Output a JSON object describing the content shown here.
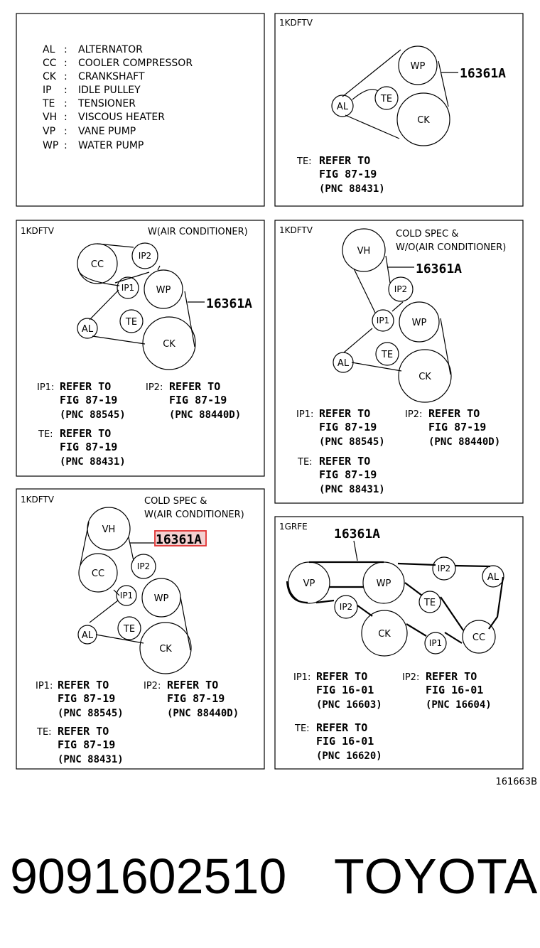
{
  "legend": {
    "items": [
      {
        "code": "AL",
        "desc": "ALTERNATOR"
      },
      {
        "code": "CC",
        "desc": "COOLER COMPRESSOR"
      },
      {
        "code": "CK",
        "desc": "CRANKSHAFT"
      },
      {
        "code": "IP",
        "desc": "IDLE PULLEY"
      },
      {
        "code": "TE",
        "desc": "TENSIONER"
      },
      {
        "code": "VH",
        "desc": "VISCOUS HEATER"
      },
      {
        "code": "VP",
        "desc": "VANE PUMP"
      },
      {
        "code": "WP",
        "desc": "WATER PUMP"
      }
    ]
  },
  "colon": ":",
  "part_label": "16361A",
  "pulleys": {
    "WP": "WP",
    "CK": "CK",
    "AL": "AL",
    "TE": "TE",
    "CC": "CC",
    "VH": "VH",
    "VP": "VP",
    "IP1": "IP1",
    "IP2": "IP2"
  },
  "panels": {
    "p1": {
      "engine": "1KDFTV",
      "ref_te": {
        "tag": "TE:",
        "line1": "REFER TO",
        "line2": "FIG 87-19",
        "line3": "(PNC 88431)"
      }
    },
    "p2": {
      "engine": "1KDFTV",
      "spec1": "W(AIR CONDITIONER)",
      "ref_ip1": {
        "tag": "IP1:",
        "line1": "REFER TO",
        "line2": "FIG 87-19",
        "line3": "(PNC 88545)"
      },
      "ref_ip2": {
        "tag": "IP2:",
        "line1": "REFER TO",
        "line2": "FIG 87-19",
        "line3": "(PNC 88440D)"
      },
      "ref_te": {
        "tag": "TE:",
        "line1": "REFER TO",
        "line2": "FIG 87-19",
        "line3": "(PNC 88431)"
      }
    },
    "p3": {
      "engine": "1KDFTV",
      "spec1": "COLD SPEC &",
      "spec2": "W/O(AIR CONDITIONER)",
      "ref_ip1": {
        "tag": "IP1:",
        "line1": "REFER TO",
        "line2": "FIG 87-19",
        "line3": "(PNC 88545)"
      },
      "ref_ip2": {
        "tag": "IP2:",
        "line1": "REFER TO",
        "line2": "FIG 87-19",
        "line3": "(PNC 88440D)"
      },
      "ref_te": {
        "tag": "TE:",
        "line1": "REFER TO",
        "line2": "FIG 87-19",
        "line3": "(PNC 88431)"
      }
    },
    "p4": {
      "engine": "1KDFTV",
      "spec1": "COLD SPEC &",
      "spec2": "W(AIR CONDITIONER)",
      "ref_ip1": {
        "tag": "IP1:",
        "line1": "REFER TO",
        "line2": "FIG 87-19",
        "line3": "(PNC 88545)"
      },
      "ref_ip2": {
        "tag": "IP2:",
        "line1": "REFER TO",
        "line2": "FIG 87-19",
        "line3": "(PNC 88440D)"
      },
      "ref_te": {
        "tag": "TE:",
        "line1": "REFER TO",
        "line2": "FIG 87-19",
        "line3": "(PNC 88431)"
      }
    },
    "p5": {
      "engine": "1GRFE",
      "ref_ip1": {
        "tag": "IP1:",
        "line1": "REFER TO",
        "line2": "FIG 16-01",
        "line3": "(PNC 16603)"
      },
      "ref_ip2": {
        "tag": "IP2:",
        "line1": "REFER TO",
        "line2": "FIG 16-01",
        "line3": "(PNC 16604)"
      },
      "ref_te": {
        "tag": "TE:",
        "line1": "REFER TO",
        "line2": "FIG 16-01",
        "line3": "(PNC 16620)"
      }
    }
  },
  "figure_id": "161663B",
  "footer": {
    "part_number": "9091602510",
    "brand": "TOYOTA"
  },
  "colors": {
    "line": "#000000",
    "highlight": "#e03030",
    "highlight_fill": "#f3d0d0"
  }
}
